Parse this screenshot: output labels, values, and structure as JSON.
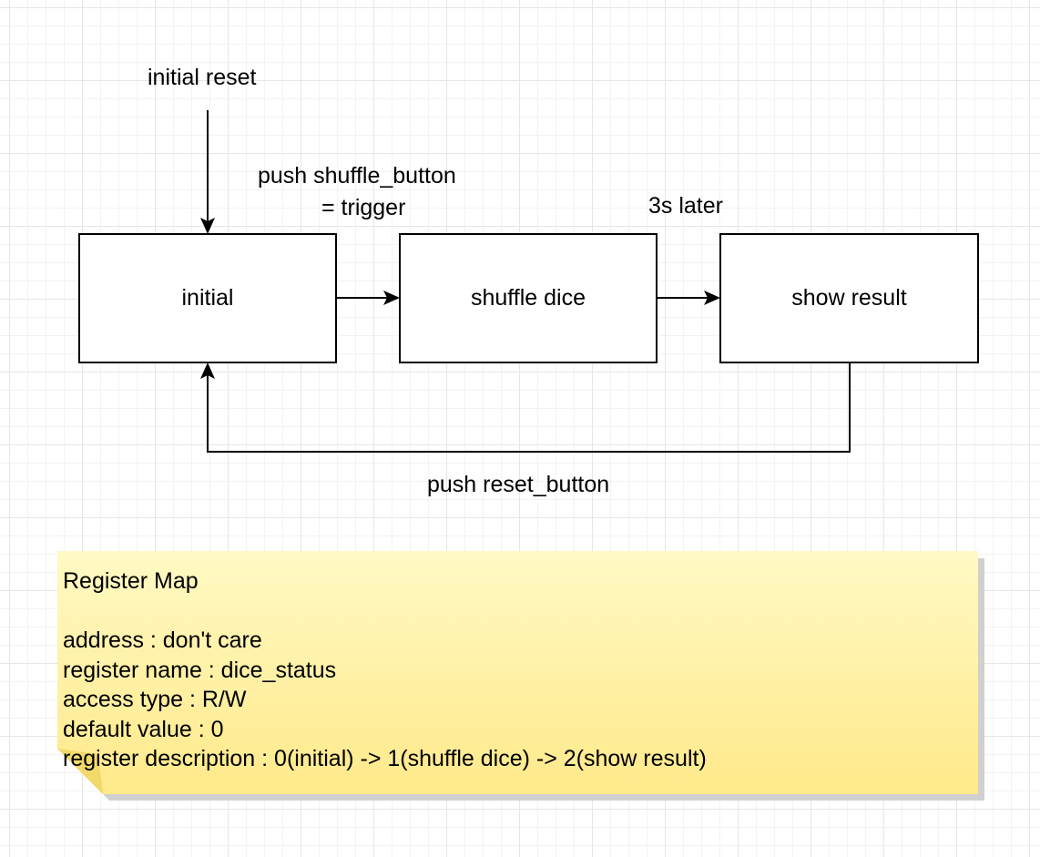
{
  "labels": {
    "initial_reset": "initial reset",
    "trigger_line1": "push shuffle_button",
    "trigger_line2": "= trigger",
    "delay": "3s later",
    "reset": "push reset_button"
  },
  "states": {
    "initial": "initial",
    "shuffle": "shuffle dice",
    "result": "show result"
  },
  "note": {
    "title": "Register Map",
    "lines": [
      "address : don't care",
      "register name : dice_status",
      "access type : R/W",
      "default value : 0",
      "register description : 0(initial) -> 1(shuffle dice) -> 2(show result)"
    ]
  },
  "colors": {
    "note_fill": "#fff2a8",
    "note_fill_light": "#fff8c8",
    "line": "#000000"
  }
}
